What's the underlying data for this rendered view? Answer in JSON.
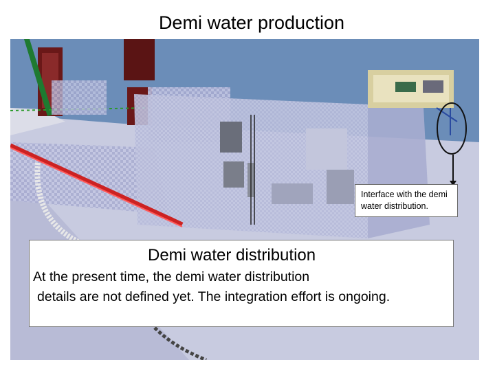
{
  "slide": {
    "title": "Demi water production",
    "callout_text": "Interface with the demi water distribution.",
    "box_title": "Demi water distribution",
    "box_line1": "At the present time, the demi water distribution",
    "box_line2": "details are not defined yet. The integration effort  is ongoing."
  },
  "image": {
    "description_icon": "cad-render-icon",
    "colors": {
      "sky": "#6b8db8",
      "deck": "#c9cce0",
      "container": "#b8bcd8",
      "pipe": "#cc2222",
      "frame_dark": "#6a1818",
      "highlight_ellipse": "#111111"
    }
  }
}
